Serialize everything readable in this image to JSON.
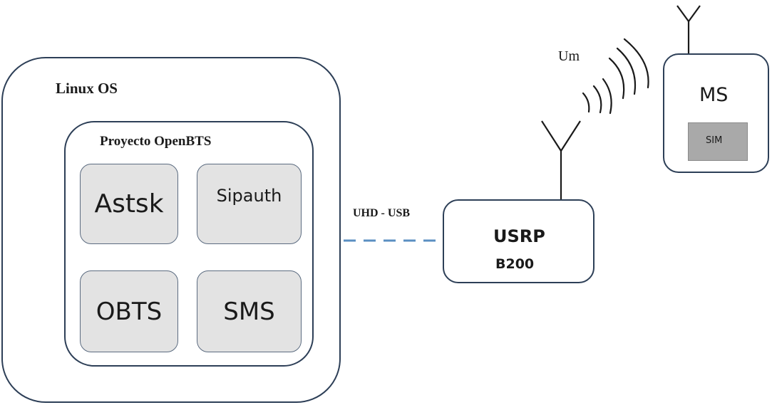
{
  "linux": {
    "label": "Linux OS"
  },
  "openbts": {
    "label": "Proyecto OpenBTS"
  },
  "modules": {
    "astsk": "Astsk",
    "sipauth": "Sipauth",
    "obts": "OBTS",
    "sms": "SMS"
  },
  "link": {
    "label": "UHD - USB"
  },
  "usrp": {
    "title": "USRP",
    "model": "B200"
  },
  "air": {
    "label": "Um"
  },
  "ms": {
    "label": "MS",
    "sim": "SIM"
  },
  "colors": {
    "border": "#2d3f57",
    "module_fill": "#e3e3e3",
    "link": "#5a8fc2",
    "sim_fill": "#a9a9a9"
  }
}
